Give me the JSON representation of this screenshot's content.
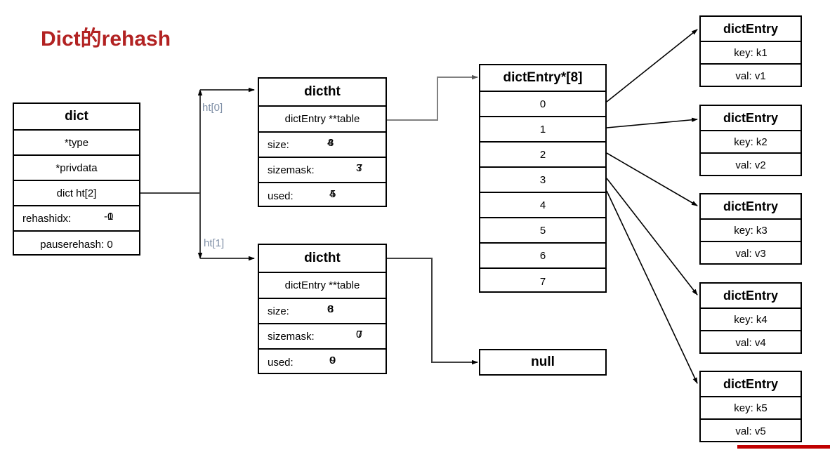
{
  "title": "Dict的rehash",
  "colors": {
    "title": "#B22222",
    "stroke": "#000000",
    "wire": "#595959",
    "ht_label": "#7F8FA6",
    "bottom_bar": "#C00000"
  },
  "dict_box": {
    "header": "dict",
    "rows": [
      {
        "text": "*type"
      },
      {
        "text": "*privdata"
      },
      {
        "text": "dict ht[2]"
      },
      {
        "label": "rehashidx:",
        "values": [
          "-1",
          "0"
        ]
      },
      {
        "text": "pauserehash: 0"
      }
    ]
  },
  "dictht0": {
    "header": "dictht",
    "table_row": "dictEntry **table",
    "fields": [
      {
        "label": "size:",
        "values": [
          "4",
          "8"
        ]
      },
      {
        "label": "sizemask:",
        "values": [
          "3",
          "7"
        ]
      },
      {
        "label": "used:",
        "values": [
          "4",
          "5"
        ]
      }
    ]
  },
  "dictht1": {
    "header": "dictht",
    "table_row": "dictEntry **table",
    "fields": [
      {
        "label": "size:",
        "values": [
          "0",
          "8"
        ]
      },
      {
        "label": "sizemask:",
        "values": [
          "0",
          "7"
        ]
      },
      {
        "label": "used:",
        "values": [
          "0",
          "9"
        ]
      }
    ]
  },
  "bucket_array": {
    "header": "dictEntry*[8]",
    "indexes": [
      "0",
      "1",
      "2",
      "3",
      "4",
      "5",
      "6",
      "7"
    ]
  },
  "null_box": {
    "label": "null"
  },
  "entries": [
    {
      "header": "dictEntry",
      "key": "key: k1",
      "val": "val: v1"
    },
    {
      "header": "dictEntry",
      "key": "key: k2",
      "val": "val: v2"
    },
    {
      "header": "dictEntry",
      "key": "key: k3",
      "val": "val: v3"
    },
    {
      "header": "dictEntry",
      "key": "key: k4",
      "val": "val: v4"
    },
    {
      "header": "dictEntry",
      "key": "key: k5",
      "val": "val: v5"
    }
  ],
  "ht_labels": [
    {
      "text": "ht[0]"
    },
    {
      "text": "ht[1]"
    }
  ]
}
